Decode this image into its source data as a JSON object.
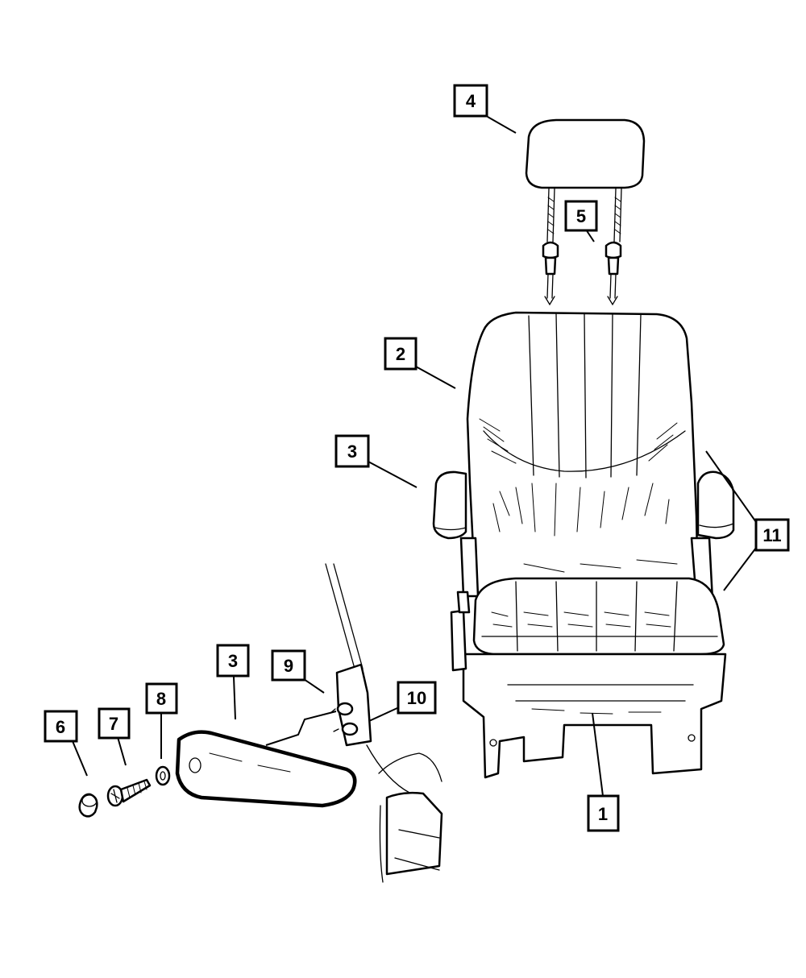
{
  "callouts": [
    {
      "id": "c4",
      "label": "4"
    },
    {
      "id": "c5",
      "label": "5"
    },
    {
      "id": "c2",
      "label": "2"
    },
    {
      "id": "c3a",
      "label": "3"
    },
    {
      "id": "c11",
      "label": "11"
    },
    {
      "id": "c3b",
      "label": "3"
    },
    {
      "id": "c9",
      "label": "9"
    },
    {
      "id": "c10",
      "label": "10"
    },
    {
      "id": "c8",
      "label": "8"
    },
    {
      "id": "c7",
      "label": "7"
    },
    {
      "id": "c6",
      "label": "6"
    },
    {
      "id": "c1",
      "label": "1"
    }
  ]
}
